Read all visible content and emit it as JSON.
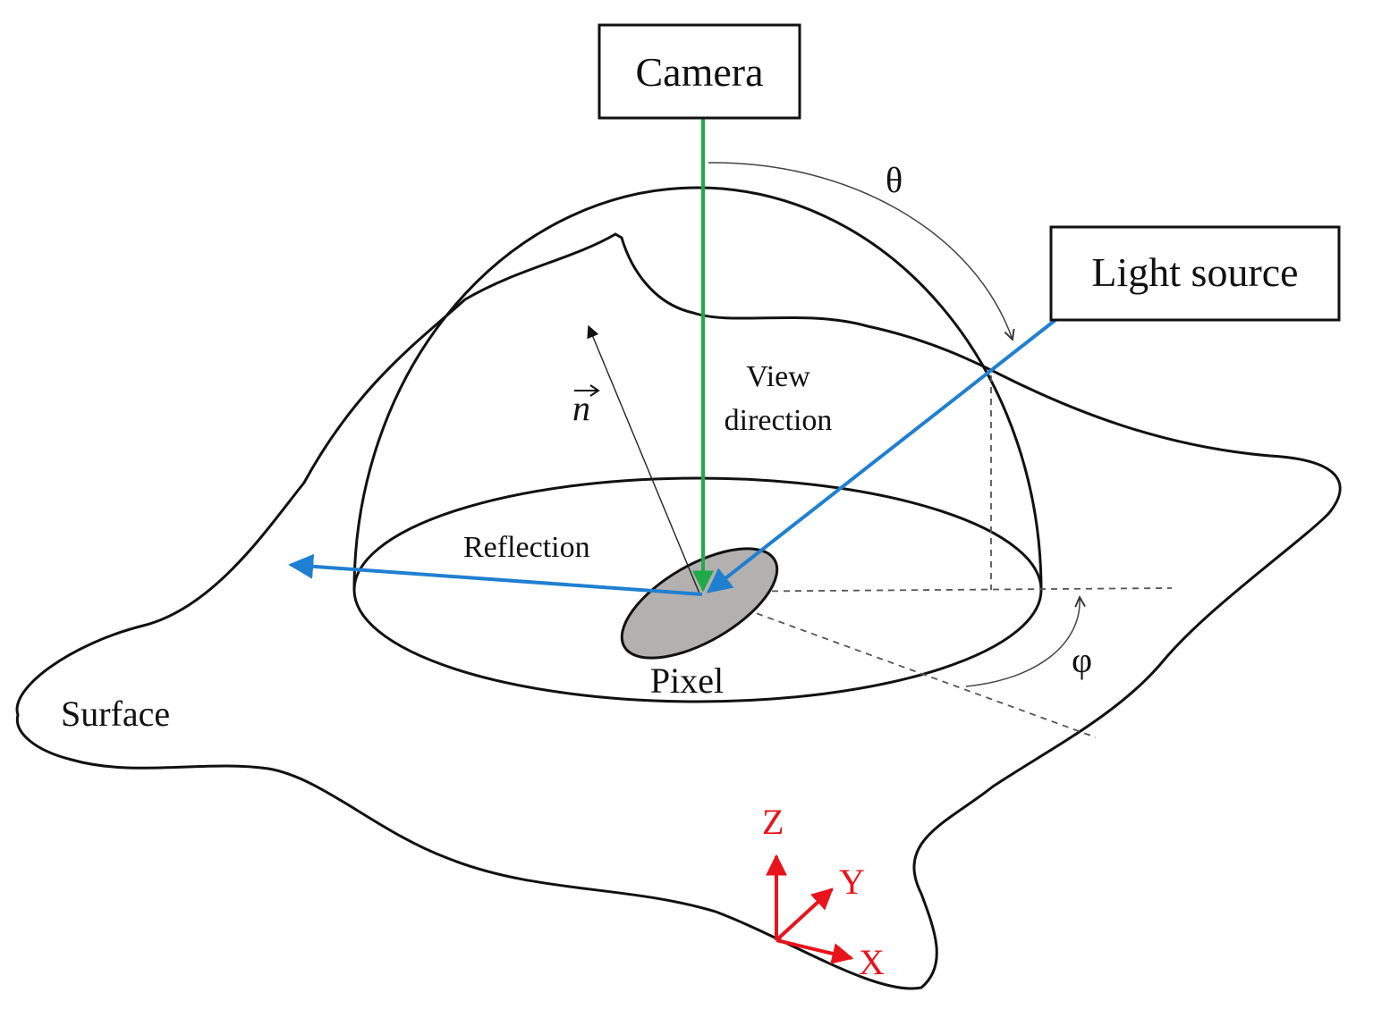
{
  "labels": {
    "camera": "Camera",
    "light_source": "Light source",
    "theta": "θ",
    "normal": "n",
    "view_line1": "View",
    "view_line2": "direction",
    "reflection": "Reflection",
    "pixel": "Pixel",
    "surface": "Surface",
    "phi": "φ",
    "axis_z": "Z",
    "axis_y": "Y",
    "axis_x": "X"
  },
  "colors": {
    "view_ray": "#1faa4a",
    "light_ray": "#1f7fd1",
    "axes": "#e8141b",
    "pixel_fill": "#b3b0b0",
    "outline": "#111111"
  }
}
